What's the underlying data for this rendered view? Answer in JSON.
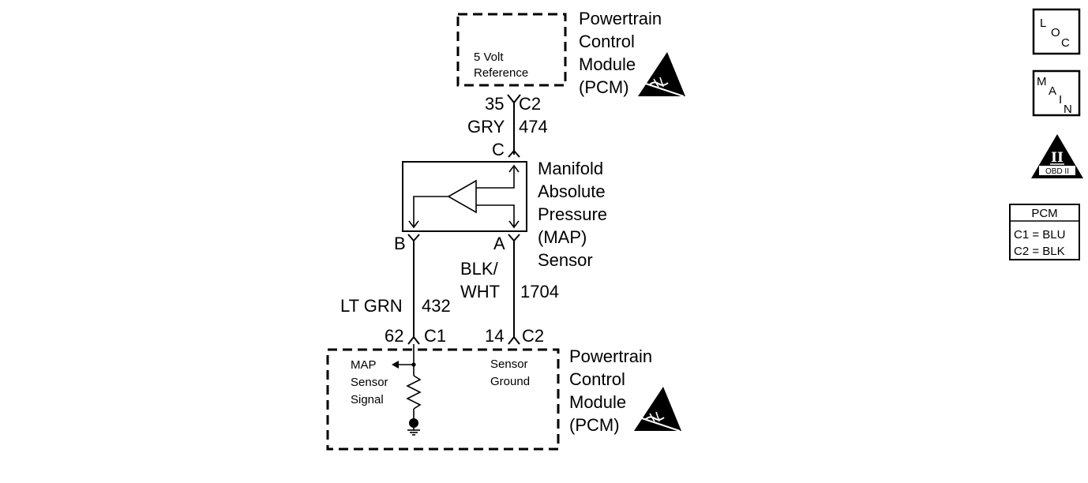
{
  "pcm_top": {
    "title_lines": [
      "Powertrain",
      "Control",
      "Module",
      "(PCM)"
    ],
    "circuit_lines": [
      "5 Volt",
      "Reference"
    ]
  },
  "conn_top": {
    "pin": "35",
    "connector": "C2"
  },
  "wire_top": {
    "color": "GRY",
    "circuit": "474"
  },
  "sensor": {
    "title_lines": [
      "Manifold",
      "Absolute",
      "Pressure",
      "(MAP)",
      "Sensor"
    ],
    "pin_c": "C",
    "pin_b": "B",
    "pin_a": "A"
  },
  "wire_left": {
    "color": "LT GRN",
    "circuit": "432"
  },
  "wire_right": {
    "color_lines": [
      "BLK/",
      "WHT"
    ],
    "circuit": "1704"
  },
  "conn_bottom_left": {
    "pin": "62",
    "connector": "C1"
  },
  "conn_bottom_right": {
    "pin": "14",
    "connector": "C2"
  },
  "pcm_bottom": {
    "title_lines": [
      "Powertrain",
      "Control",
      "Module",
      "(PCM)"
    ],
    "signal_lines": [
      "MAP",
      "Sensor",
      "Signal"
    ],
    "ground_lines": [
      "Sensor",
      "Ground"
    ]
  },
  "side_icons": {
    "loc": [
      "L",
      "O",
      "C"
    ],
    "main": [
      "M",
      "A",
      "I",
      "N"
    ],
    "obd_numeral": "II",
    "obd_label": "OBD II"
  },
  "pcm_key": {
    "header": "PCM",
    "rows": [
      "C1 = BLU",
      "C2 = BLK"
    ]
  }
}
